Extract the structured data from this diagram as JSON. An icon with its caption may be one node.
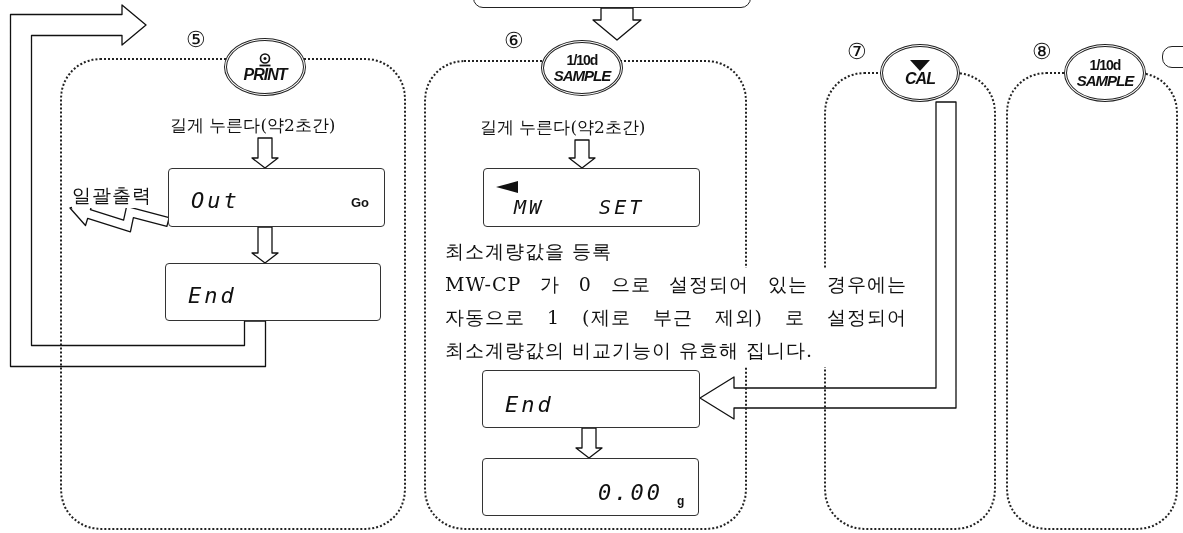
{
  "diagram": {
    "nodes": [
      {
        "text": [],
        "shape": "box"
      },
      {
        "text": [
          "⑤"
        ]
      },
      {
        "text": [
          "PRINT"
        ]
      },
      {
        "text": [
          "길게 누른다(약2초간)"
        ],
        "in": 1
      },
      {
        "text": [
          "Out",
          "Go"
        ],
        "in": 1
      },
      {
        "text": [
          "End"
        ],
        "in": 1
      },
      {
        "text": [
          "⑥"
        ]
      },
      {
        "text": [
          "1/10d",
          "SAMPLE"
        ]
      },
      {
        "text": [
          "길게 누른다(약2초간)"
        ],
        "in": 6
      },
      {
        "text": [
          "MW SET"
        ],
        "in": 6
      },
      {
        "text": [
          "End"
        ],
        "in": 6
      },
      {
        "text": [
          "0.00",
          "g"
        ],
        "in": 6
      },
      {
        "text": [
          "⑦"
        ]
      },
      {
        "text": [
          "CAL"
        ]
      },
      {
        "text": [
          "⑧"
        ]
      },
      {
        "text": [
          "1/10d",
          "SAMPLE"
        ]
      },
      {
        "text": [],
        "shape": "box"
      }
    ],
    "edges": [
      {
        "from": 0,
        "to": 7,
        "arrow": "to"
      },
      {
        "from": 3,
        "to": 4,
        "arrow": "to"
      },
      {
        "from": 4,
        "to": 5,
        "arrow": "to"
      },
      {
        "from": 4,
        "to": null,
        "arrow": "to"
      },
      {
        "from": 5,
        "to": null,
        "arrow": "to"
      },
      {
        "from": 8,
        "to": 9,
        "arrow": "to"
      },
      {
        "from": 10,
        "to": 11,
        "arrow": "to"
      },
      {
        "from": 13,
        "to": 10,
        "arrow": "to"
      }
    ],
    "labels": [
      "일괄출력",
      "최소계량값을 등록",
      "MW-CP 가 0 으로 설정되어 있는 경우에는 자동으로 1 (제로 부근 제외) 로 설정되어 최소계량값의 비교기능이 유효해 집니다."
    ]
  }
}
